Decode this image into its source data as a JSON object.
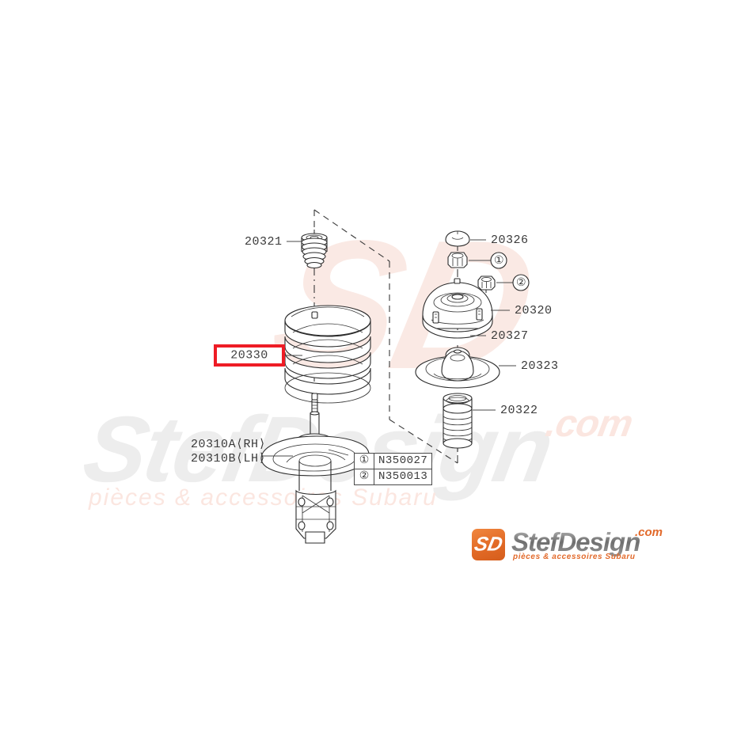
{
  "diagram": {
    "title": "Subaru front strut / coil spring exploded parts diagram",
    "highlight_color": "#ee1c25",
    "highlighted_part": {
      "number": "20330",
      "name": "coil-spring"
    },
    "labels": {
      "bump_stop": "20321",
      "coil_spring": "20330",
      "strut_rh": "20310A⟨RH⟩",
      "strut_lh": "20310B⟨LH⟩",
      "cap": "20326",
      "strut_mount": "20320",
      "washer": "20327",
      "upper_spring_seat": "20323",
      "dust_boot": "20322",
      "callout_1": "①",
      "callout_2": "②"
    },
    "ref_table": {
      "rows": [
        {
          "callout": "①",
          "part_number": "N350027"
        },
        {
          "callout": "②",
          "part_number": "N350013"
        }
      ]
    }
  },
  "watermark": {
    "brand_big": "SD",
    "brand_text": "StefDesign",
    "domain_suffix": ".com",
    "tagline": "pièces  &  accessoires  Subaru"
  },
  "logo": {
    "badge_text": "SD",
    "wordmark": "StefDesign",
    "domain": ".com",
    "tagline": "pièces & accessoires Subaru"
  }
}
